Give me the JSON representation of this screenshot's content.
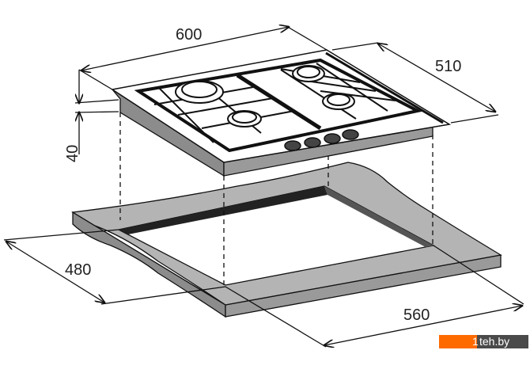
{
  "diagram": {
    "dimensions": {
      "hob_width": "600",
      "hob_depth": "510",
      "hob_height": "40",
      "cutout_depth": "480",
      "cutout_width": "560"
    },
    "watermark": {
      "number": "1",
      "text": "teh.by"
    },
    "colors": {
      "side_gray": "#8c8c8c",
      "countertop_gray": "#b4b4b4",
      "watermark_orange": "#ff6a00",
      "watermark_dark": "#4a4a4a"
    }
  }
}
